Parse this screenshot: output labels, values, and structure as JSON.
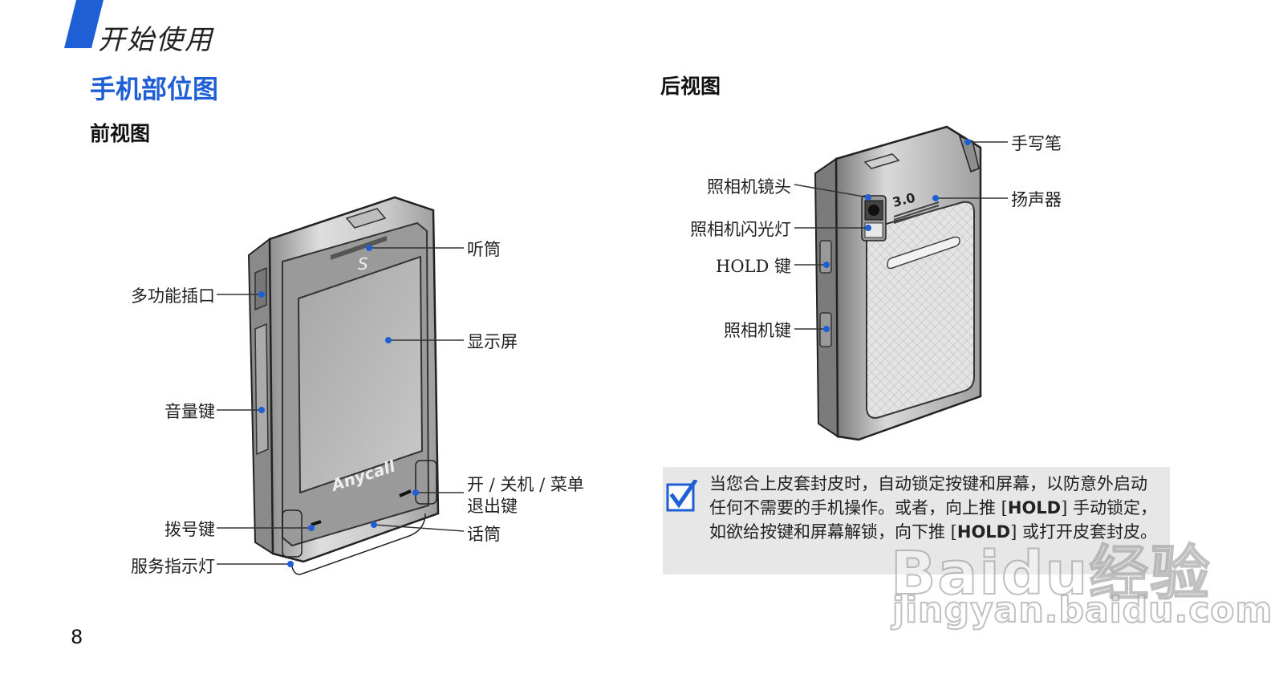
{
  "header": {
    "chapter": "开始使用"
  },
  "section": {
    "title": "手机部位图",
    "front_title": "前视图",
    "back_title": "后视图"
  },
  "front_labels": {
    "multi_port": "多功能插口",
    "earpiece": "听筒",
    "display": "显示屏",
    "volume_key": "音量键",
    "power_menu_exit_line1": "开 / 关机 / 菜单",
    "power_menu_exit_line2": "退出键",
    "dial_key": "拨号键",
    "microphone": "话筒",
    "service_light": "服务指示灯"
  },
  "back_labels": {
    "stylus": "手写笔",
    "camera_lens": "照相机镜头",
    "speaker": "扬声器",
    "camera_flash": "照相机闪光灯",
    "hold_key": "HOLD 键",
    "camera_key": "照相机键"
  },
  "phone_text": {
    "brand": "Anycall",
    "camera_mp": "3.0"
  },
  "note": {
    "text_1": "当您合上皮套封皮时，自动锁定按键和屏幕，以防意外启动任何不需要的手机操作。或者，向上推 [",
    "key_1": "HOLD",
    "text_2": "] 手动锁定，如欲给按键和屏幕解锁，向下推 [",
    "key_2": "HOLD",
    "text_3": "] 或打开皮套封皮。"
  },
  "watermark": {
    "main": "Baidu经验",
    "url": "jingyan.baidu.com"
  },
  "footer": {
    "page_number": "8"
  },
  "colors": {
    "accent": "#1f5fd6",
    "note_bg": "#e7e7e7",
    "leader_dot": "#1f5fd6"
  }
}
